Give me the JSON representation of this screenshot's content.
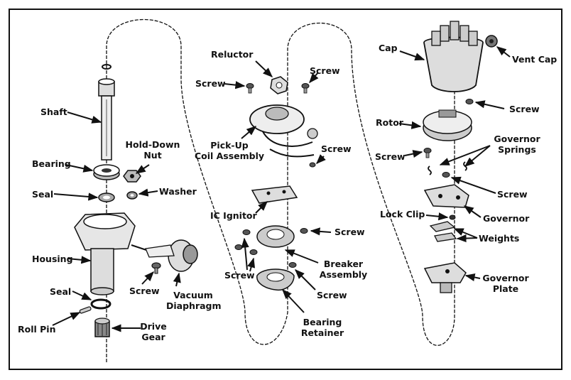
{
  "labels": {
    "shaft": "Shaft",
    "bearing": "Bearing",
    "seal_top": "Seal",
    "housing": "Housing",
    "seal_bottom": "Seal",
    "roll_pin": "Roll Pin",
    "hold_down_nut_1": "Hold-Down",
    "hold_down_nut_2": "Nut",
    "washer": "Washer",
    "screw_housing": "Screw",
    "vacuum_diaphragm_1": "Vacuum",
    "vacuum_diaphragm_2": "Diaphragm",
    "drive_gear_1": "Drive",
    "drive_gear_2": "Gear",
    "reluctor": "Reluctor",
    "screw_reluctor_left": "Screw",
    "screw_reluctor_right": "Screw",
    "pickup_coil_1": "Pick-Up",
    "pickup_coil_2": "Coil Assembly",
    "screw_pickup": "Screw",
    "ic_ignitor": "IC Ignitor",
    "screw_breaker_right": "Screw",
    "screw_breaker_left": "Screw",
    "breaker_assembly_1": "Breaker",
    "breaker_assembly_2": "Assembly",
    "screw_retainer": "Screw",
    "bearing_retainer_1": "Bearing",
    "bearing_retainer_2": "Retainer",
    "cap": "Cap",
    "vent_cap": "Vent Cap",
    "screw_cap": "Screw",
    "rotor": "Rotor",
    "screw_rotor": "Screw",
    "governor_springs_1": "Governor",
    "governor_springs_2": "Springs",
    "screw_governor": "Screw",
    "lock_clip": "Lock Clip",
    "governor": "Governor",
    "weights": "Weights",
    "governor_plate_1": "Governor",
    "governor_plate_2": "Plate"
  }
}
